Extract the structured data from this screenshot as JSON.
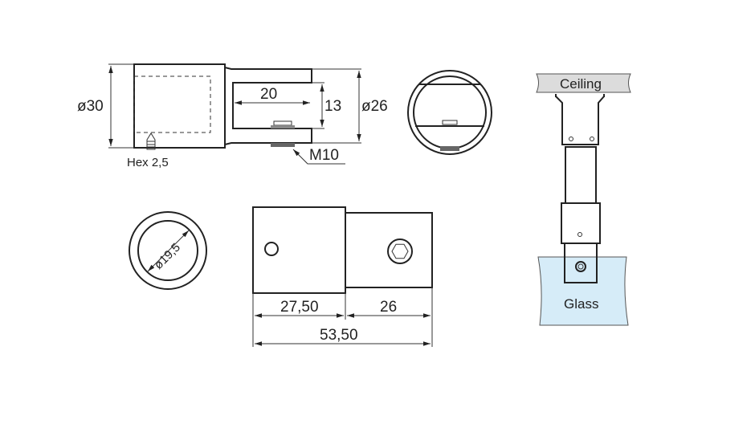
{
  "side_view": {
    "dia_outer": "ø30",
    "slot_width": "20",
    "slot_height": "13",
    "dia_neck": "ø26",
    "thread": "M10",
    "set_screw": "Hex 2,5"
  },
  "inner_view": {
    "dia_inner": "ø19,5"
  },
  "bottom_view": {
    "len_a": "27,50",
    "len_b": "26",
    "len_total": "53,50"
  },
  "install": {
    "ceiling": "Ceiling",
    "glass": "Glass",
    "glass_color": "#d6ecf8",
    "ceiling_color": "#dcdcdc"
  }
}
